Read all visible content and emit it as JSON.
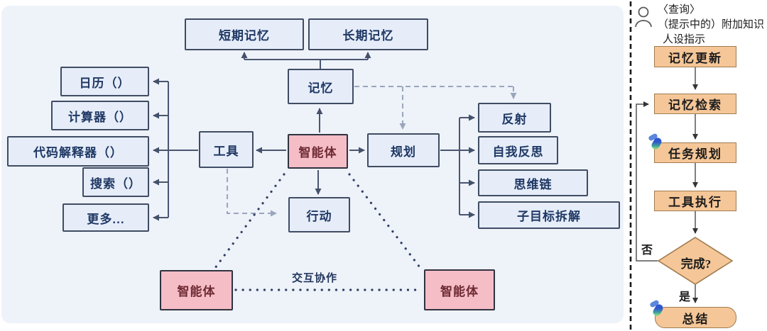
{
  "architecture_diagram": {
    "nodes": {
      "short_term_memory": "短期记忆",
      "long_term_memory": "长期记忆",
      "memory": "记忆",
      "calendar": "日历（）",
      "calculator": "计算器（）",
      "code_interpreter": "代码解释器（）",
      "search": "搜索（）",
      "more": "更多...",
      "tools": "工具",
      "agent": "智能体",
      "planning": "规划",
      "action": "行动",
      "reflection": "反射",
      "self_reflection": "自我反思",
      "chain_of_thought": "思维链",
      "subgoal_decomposition": "子目标拆解",
      "agent_bottom_left": "智能体",
      "agent_bottom_right": "智能体"
    },
    "labels": {
      "collaboration": "交互协作"
    },
    "colors": {
      "panel_bg": "#eef2f9",
      "node_fill": "#e6edf9",
      "node_border": "#3f4c63",
      "node_text": "#1f3864",
      "agent_fill": "#f5bdc6",
      "agent_border": "#2f3240",
      "agent_text": "#6e2a33",
      "connector": "#4a5670",
      "dashed_connector": "#9aa6bc"
    }
  },
  "flowchart": {
    "header": {
      "line1": "〈查询〉",
      "line2": "（提示中的）附加知识",
      "line3": "人设指示"
    },
    "steps": {
      "memory_update": "记忆更新",
      "memory_retrieval": "记忆检索",
      "task_planning": "任务规划",
      "tool_execution": "工具执行",
      "decision": "完成?",
      "summary": "总结"
    },
    "branch_labels": {
      "no": "否",
      "yes": "是"
    },
    "colors": {
      "step_fill": "#f5c697",
      "step_border": "#a07c4f"
    }
  }
}
